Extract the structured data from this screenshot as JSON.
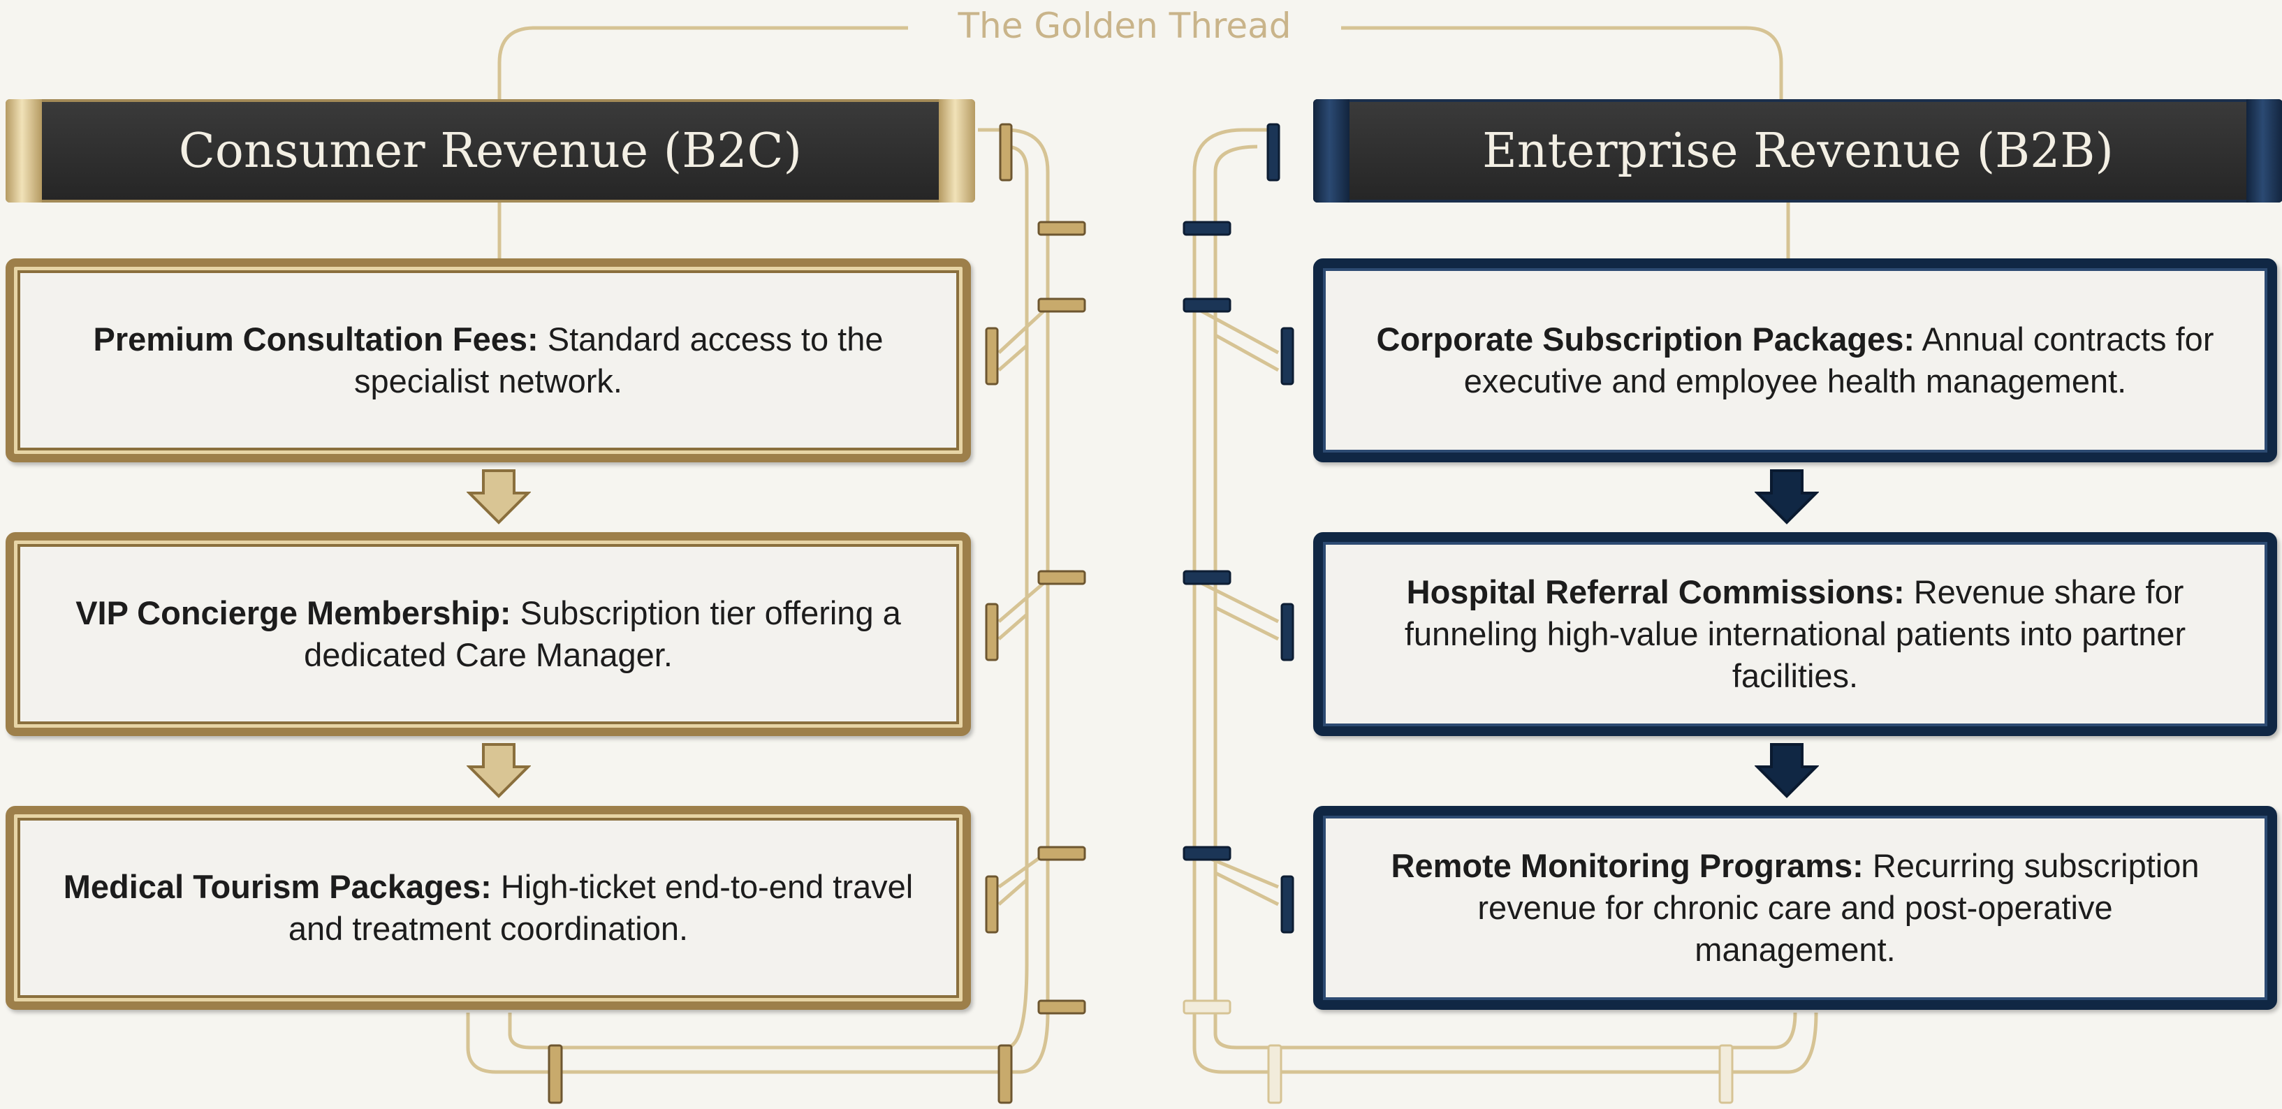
{
  "diagram_title": "The Golden Thread",
  "colors": {
    "gold": "#9d7f4a",
    "gold_light": "#d9c594",
    "navy": "#102744",
    "banner_dark": "#2b2b2b",
    "background": "#f6f5f0"
  },
  "consumer": {
    "title": "Consumer Revenue (B2C)",
    "items": [
      {
        "name": "Premium Consultation Fees:",
        "description": "Standard access to the specialist network."
      },
      {
        "name": "VIP Concierge Membership:",
        "description": "Subscription tier offering a dedicated Care Manager."
      },
      {
        "name": "Medical Tourism Packages:",
        "description": "High-ticket end-to-end travel and treatment coordination."
      }
    ]
  },
  "enterprise": {
    "title": "Enterprise Revenue (B2B)",
    "items": [
      {
        "name": "Corporate Subscription Packages:",
        "description": "Annual contracts for executive and employee health management."
      },
      {
        "name": "Hospital Referral Commissions:",
        "description": "Revenue share for funneling high-value international patients into partner facilities."
      },
      {
        "name": "Remote Monitoring Programs:",
        "description": "Recurring subscription revenue for chronic care and post-operative management."
      }
    ]
  },
  "icons": [
    "down-arrow-icon"
  ]
}
